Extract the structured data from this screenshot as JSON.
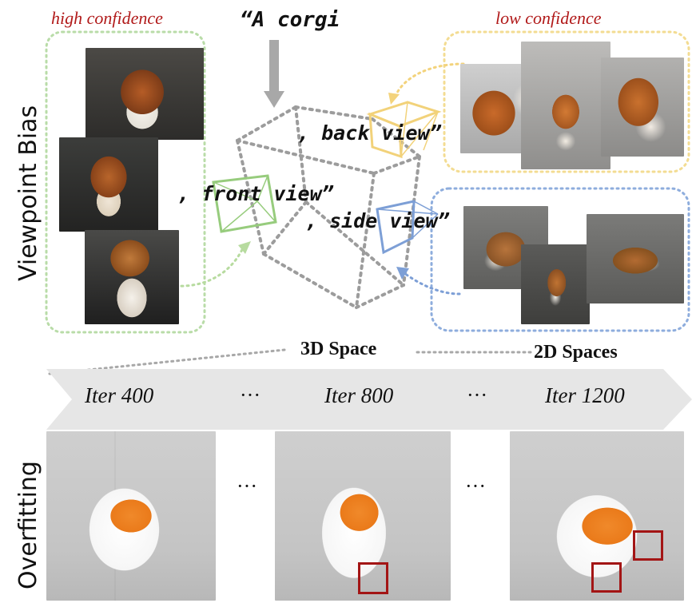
{
  "labels": {
    "viewpoint_bias": "Viewpoint Bias",
    "overfitting": "Overfitting",
    "high_confidence": "high confidence",
    "low_confidence": "low confidence",
    "prompt_prefix": "“A corgi",
    "back_view": ", back view”",
    "front_view": ", front view”",
    "side_view": ", side view”",
    "space_3d": "3D Space",
    "spaces_2d": "2D Spaces"
  },
  "timeline": {
    "iters": [
      "Iter 400",
      "Iter 800",
      "Iter 1200"
    ],
    "ellipsis": "···"
  },
  "colors": {
    "green": "#9fd08a",
    "yellow": "#f2d27a",
    "blue": "#7d9fd6",
    "red": "#b11a1a",
    "box_red": "#a31515",
    "gray": "#9a9a9a",
    "arrow": "#e6e6e6"
  },
  "icons": [
    "corgi-photo",
    "corgi-render",
    "camera-frustum"
  ]
}
